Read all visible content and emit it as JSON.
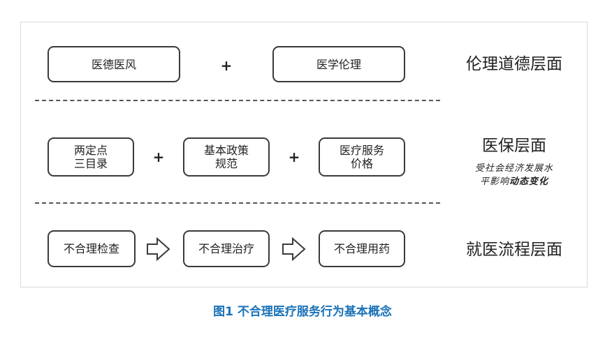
{
  "caption": "图1  不合理医疗服务行为基本概念",
  "rows": {
    "ethics": {
      "boxes": [
        "医德医风",
        "医学伦理"
      ],
      "operators": [
        "+"
      ],
      "label": "伦理道德层面"
    },
    "insurance": {
      "boxes": [
        {
          "line1": "两定点",
          "line2": "三目录"
        },
        {
          "line1": "基本政策",
          "line2": "规范"
        },
        {
          "line1": "医疗服务",
          "line2": "价格"
        }
      ],
      "operators": [
        "+",
        "+"
      ],
      "label": "医保层面",
      "note": {
        "line1": "受社会经济发展水",
        "line2_normal": "平影响",
        "line2_bold": "动态变化"
      }
    },
    "process": {
      "boxes": [
        "不合理检查",
        "不合理治疗",
        "不合理用药"
      ],
      "label": "就医流程层面"
    }
  },
  "colors": {
    "caption": "#1a72b8",
    "box_border": "#3a3a3a",
    "frame_border": "#d9d9d9"
  },
  "icons": {
    "flow_arrow": "hollow-right-arrow-icon"
  }
}
